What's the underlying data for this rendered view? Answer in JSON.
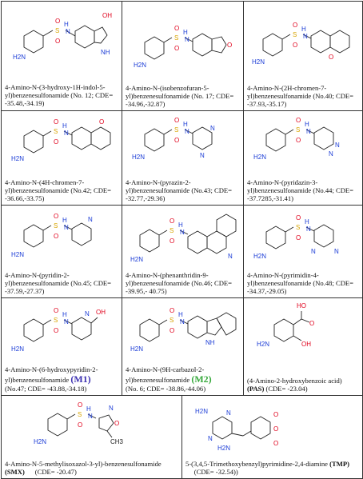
{
  "atoms": {
    "S": "S",
    "O": "O",
    "N": "N",
    "H": "H",
    "NH": "NH",
    "H2N": "H2N",
    "OH": "OH",
    "CH3": "CH3",
    "HO": "HO"
  },
  "compounds": [
    {
      "name": "4-Amino-N-(3-hydroxy-1H-indol-5-yl)benzenesulfonamide",
      "meta": "(No. 12; CDE= -35.48,-34.19)"
    },
    {
      "name": "4-Amino-N-(isobenzofuran-5-yl)benzenesulfonamide",
      "meta": "(No. 17; CDE= -34.96,-32.87)"
    },
    {
      "name": "4-Amino-N-(2H-chromen-7-yl)benzenesulfonamide",
      "meta": "(No.40; CDE= -37.93,-35.17)"
    },
    {
      "name": "4-Amino-N-(4H-chromen-7-yl)benzenesulfonamide",
      "meta": "(No.42; CDE= -36.66,-33.75)"
    },
    {
      "name": "4-Amino-N-(pyrazin-2-yl)benzenesulfonamide",
      "meta": "(No.43;  CDE= -32.77,-29.36)"
    },
    {
      "name": "4-Amino-N-(pyridazin-3-yl)benzenesulfonamide",
      "meta": "(No.44; CDE= -37.7285,-31.41)"
    },
    {
      "name": "4-Amino-N-(pyridin-2-yl)benzenesulfonamide",
      "meta": "(No.45; CDE= -37.59,-27.37)"
    },
    {
      "name": "4-Amino-N-(phenanthridin-9-yl)benzenesulfonamide",
      "meta": "(No.46; CDE= -39.95,- 40.75)"
    },
    {
      "name": "4-Amino-N-(pyrimidin-4-yl)benzenesulfonamide",
      "meta": "(No.48; CDE= -34.37,-29.05)"
    },
    {
      "name": "4-Amino-N-(6-hydroxypyridin-2-yl)benzenesulfonamide",
      "tag": "(M1)",
      "meta": "(No.47; CDE= -43.88,-34.18)"
    },
    {
      "name": "4-Amino-N-(9H-carbazol-2-yl)benzenesulfonamide",
      "tag": "(M2)",
      "meta": "(No. 6;  CDE= -38.86,-44.06)"
    },
    {
      "name": " (4-Amino-2-hydroxybenzoic acid)",
      "tag": "(PAS)",
      "meta": "(CDE= -23.04)"
    },
    {
      "name": "4-Amino-N-5-methylisoxazol-3-yl)-benzenesulfonamide",
      "tag": "(SMX)",
      "meta": "(CDE= -20.47)"
    },
    {
      "name": "5-(3,4,5-Trimethoxybenzyl)pyrimidine-2,4-diamine",
      "tag": "(TMP)",
      "meta": "(CDE= -32.54))"
    }
  ],
  "colors": {
    "sulfur": "#d8a400",
    "oxygen": "#e0001b",
    "nitrogen": "#1a3bd6",
    "m1": "#3b2fb0",
    "m2": "#35a83a",
    "border": "#333333"
  }
}
